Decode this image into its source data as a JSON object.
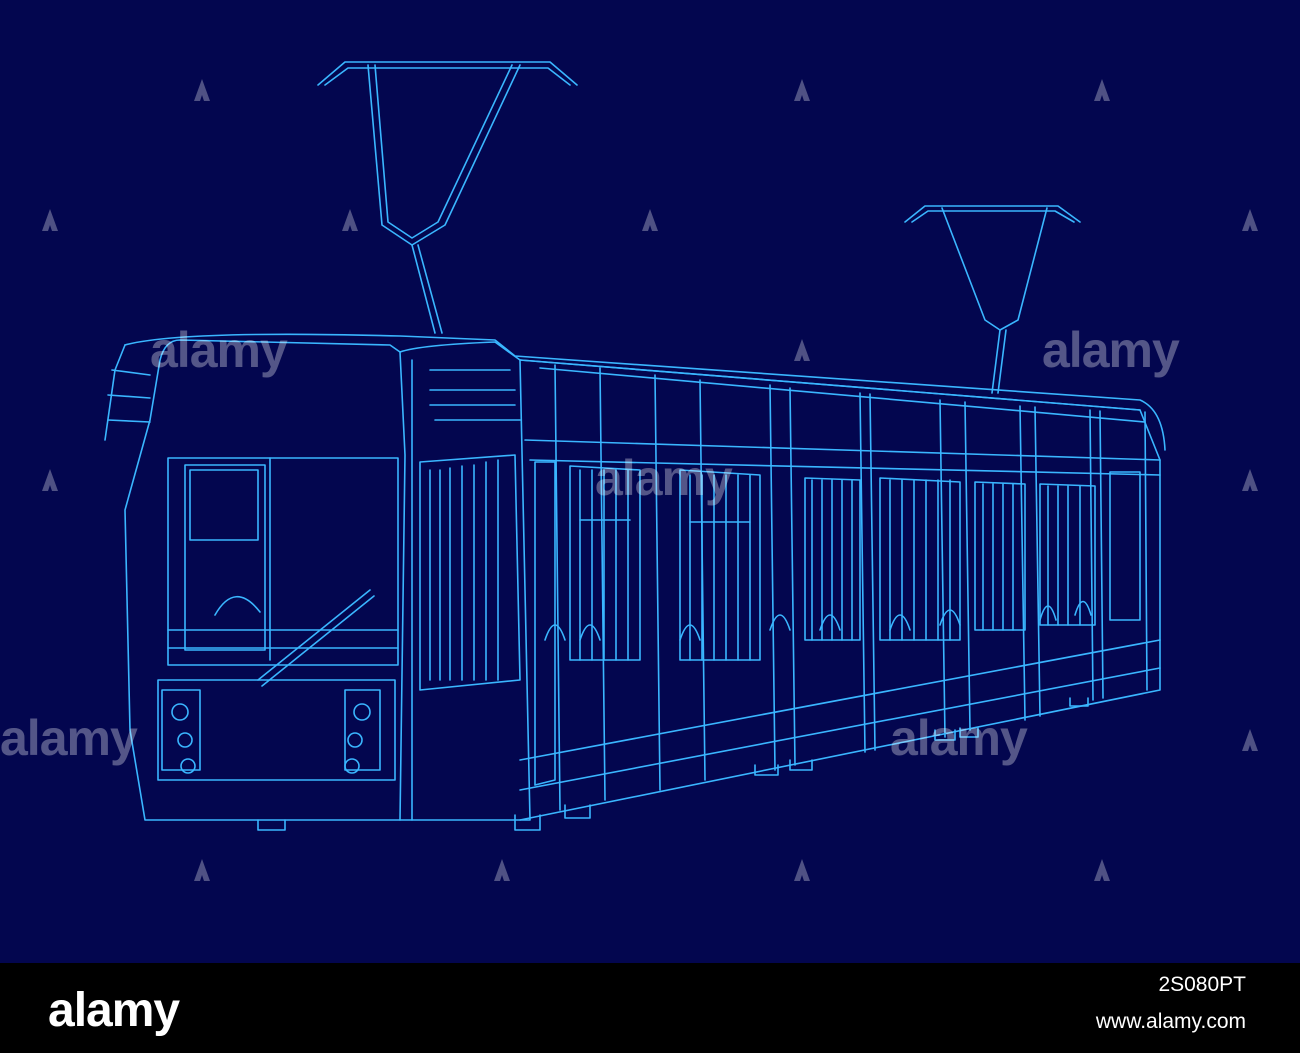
{
  "image": {
    "subject_icon": "tram-wireframe-icon",
    "background_color": "#03064f",
    "line_color": "#3ab6ff"
  },
  "watermark": {
    "text": "alamy",
    "marker_icon": "alamy-a-icon"
  },
  "footer": {
    "logo": "alamy",
    "stock_id": "2S080PT",
    "site": "www.alamy.com"
  }
}
